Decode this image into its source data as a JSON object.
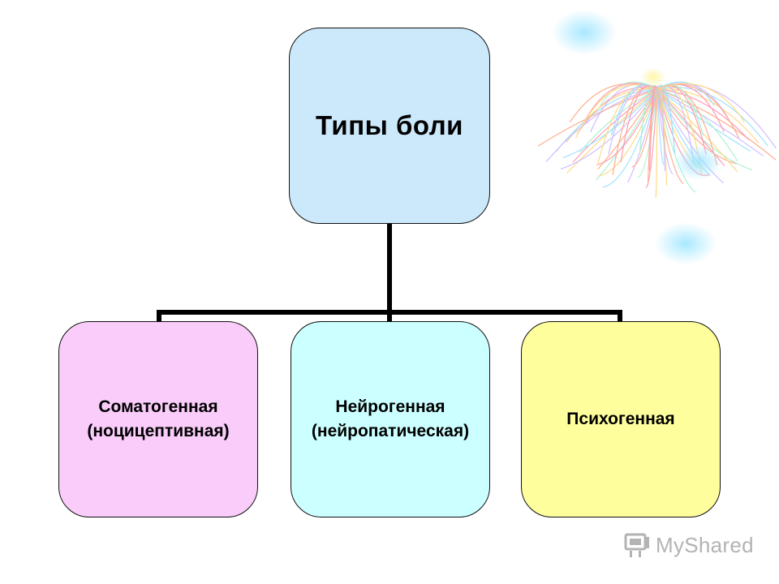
{
  "diagram": {
    "root": {
      "label": "Типы боли"
    },
    "children": [
      {
        "line1": "Соматогенная",
        "line2": "(ноцицептивная)"
      },
      {
        "line1": "Нейрогенная",
        "line2": "(нейропатическая)"
      },
      {
        "line1": "Психогенная",
        "line2": ""
      }
    ]
  },
  "colors": {
    "root": "#cce8fb",
    "child_1": "#f9ccf9",
    "child_2": "#ccffff",
    "child_3": "#fefe9c",
    "connector": "#000000"
  },
  "watermark": {
    "text": "MyShared",
    "icon": "myshared-logo-icon"
  }
}
